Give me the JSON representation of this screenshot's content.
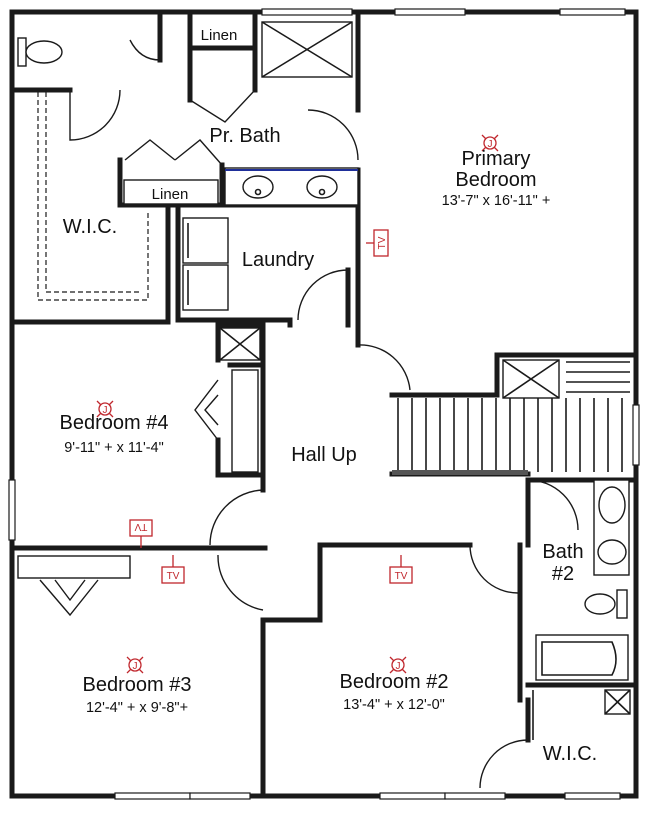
{
  "rooms": {
    "pr_bath": "Pr. Bath",
    "primary_bedroom_line1": "Primary",
    "primary_bedroom_line2": "Bedroom",
    "primary_bedroom_dim": "13'-7\" x 16'-11\" +",
    "wic_left": "W.I.C.",
    "laundry": "Laundry",
    "linen_top": "Linen",
    "linen_lower": "Linen",
    "bedroom4": "Bedroom #4",
    "bedroom4_dim": "9'-11\" + x 11'-4\"",
    "hall": "Hall Up",
    "bath2_line1": "Bath",
    "bath2_line2": "#2",
    "bedroom3": "Bedroom #3",
    "bedroom3_dim": "12'-4\" + x 9'-8\"+",
    "bedroom2": "Bedroom #2",
    "bedroom2_dim": "13'-4\" + x 12'-0\"",
    "wic_right": "W.I.C."
  },
  "symbols": {
    "tv": "TV",
    "junction": "J",
    "marker_color": "#c0272d"
  }
}
